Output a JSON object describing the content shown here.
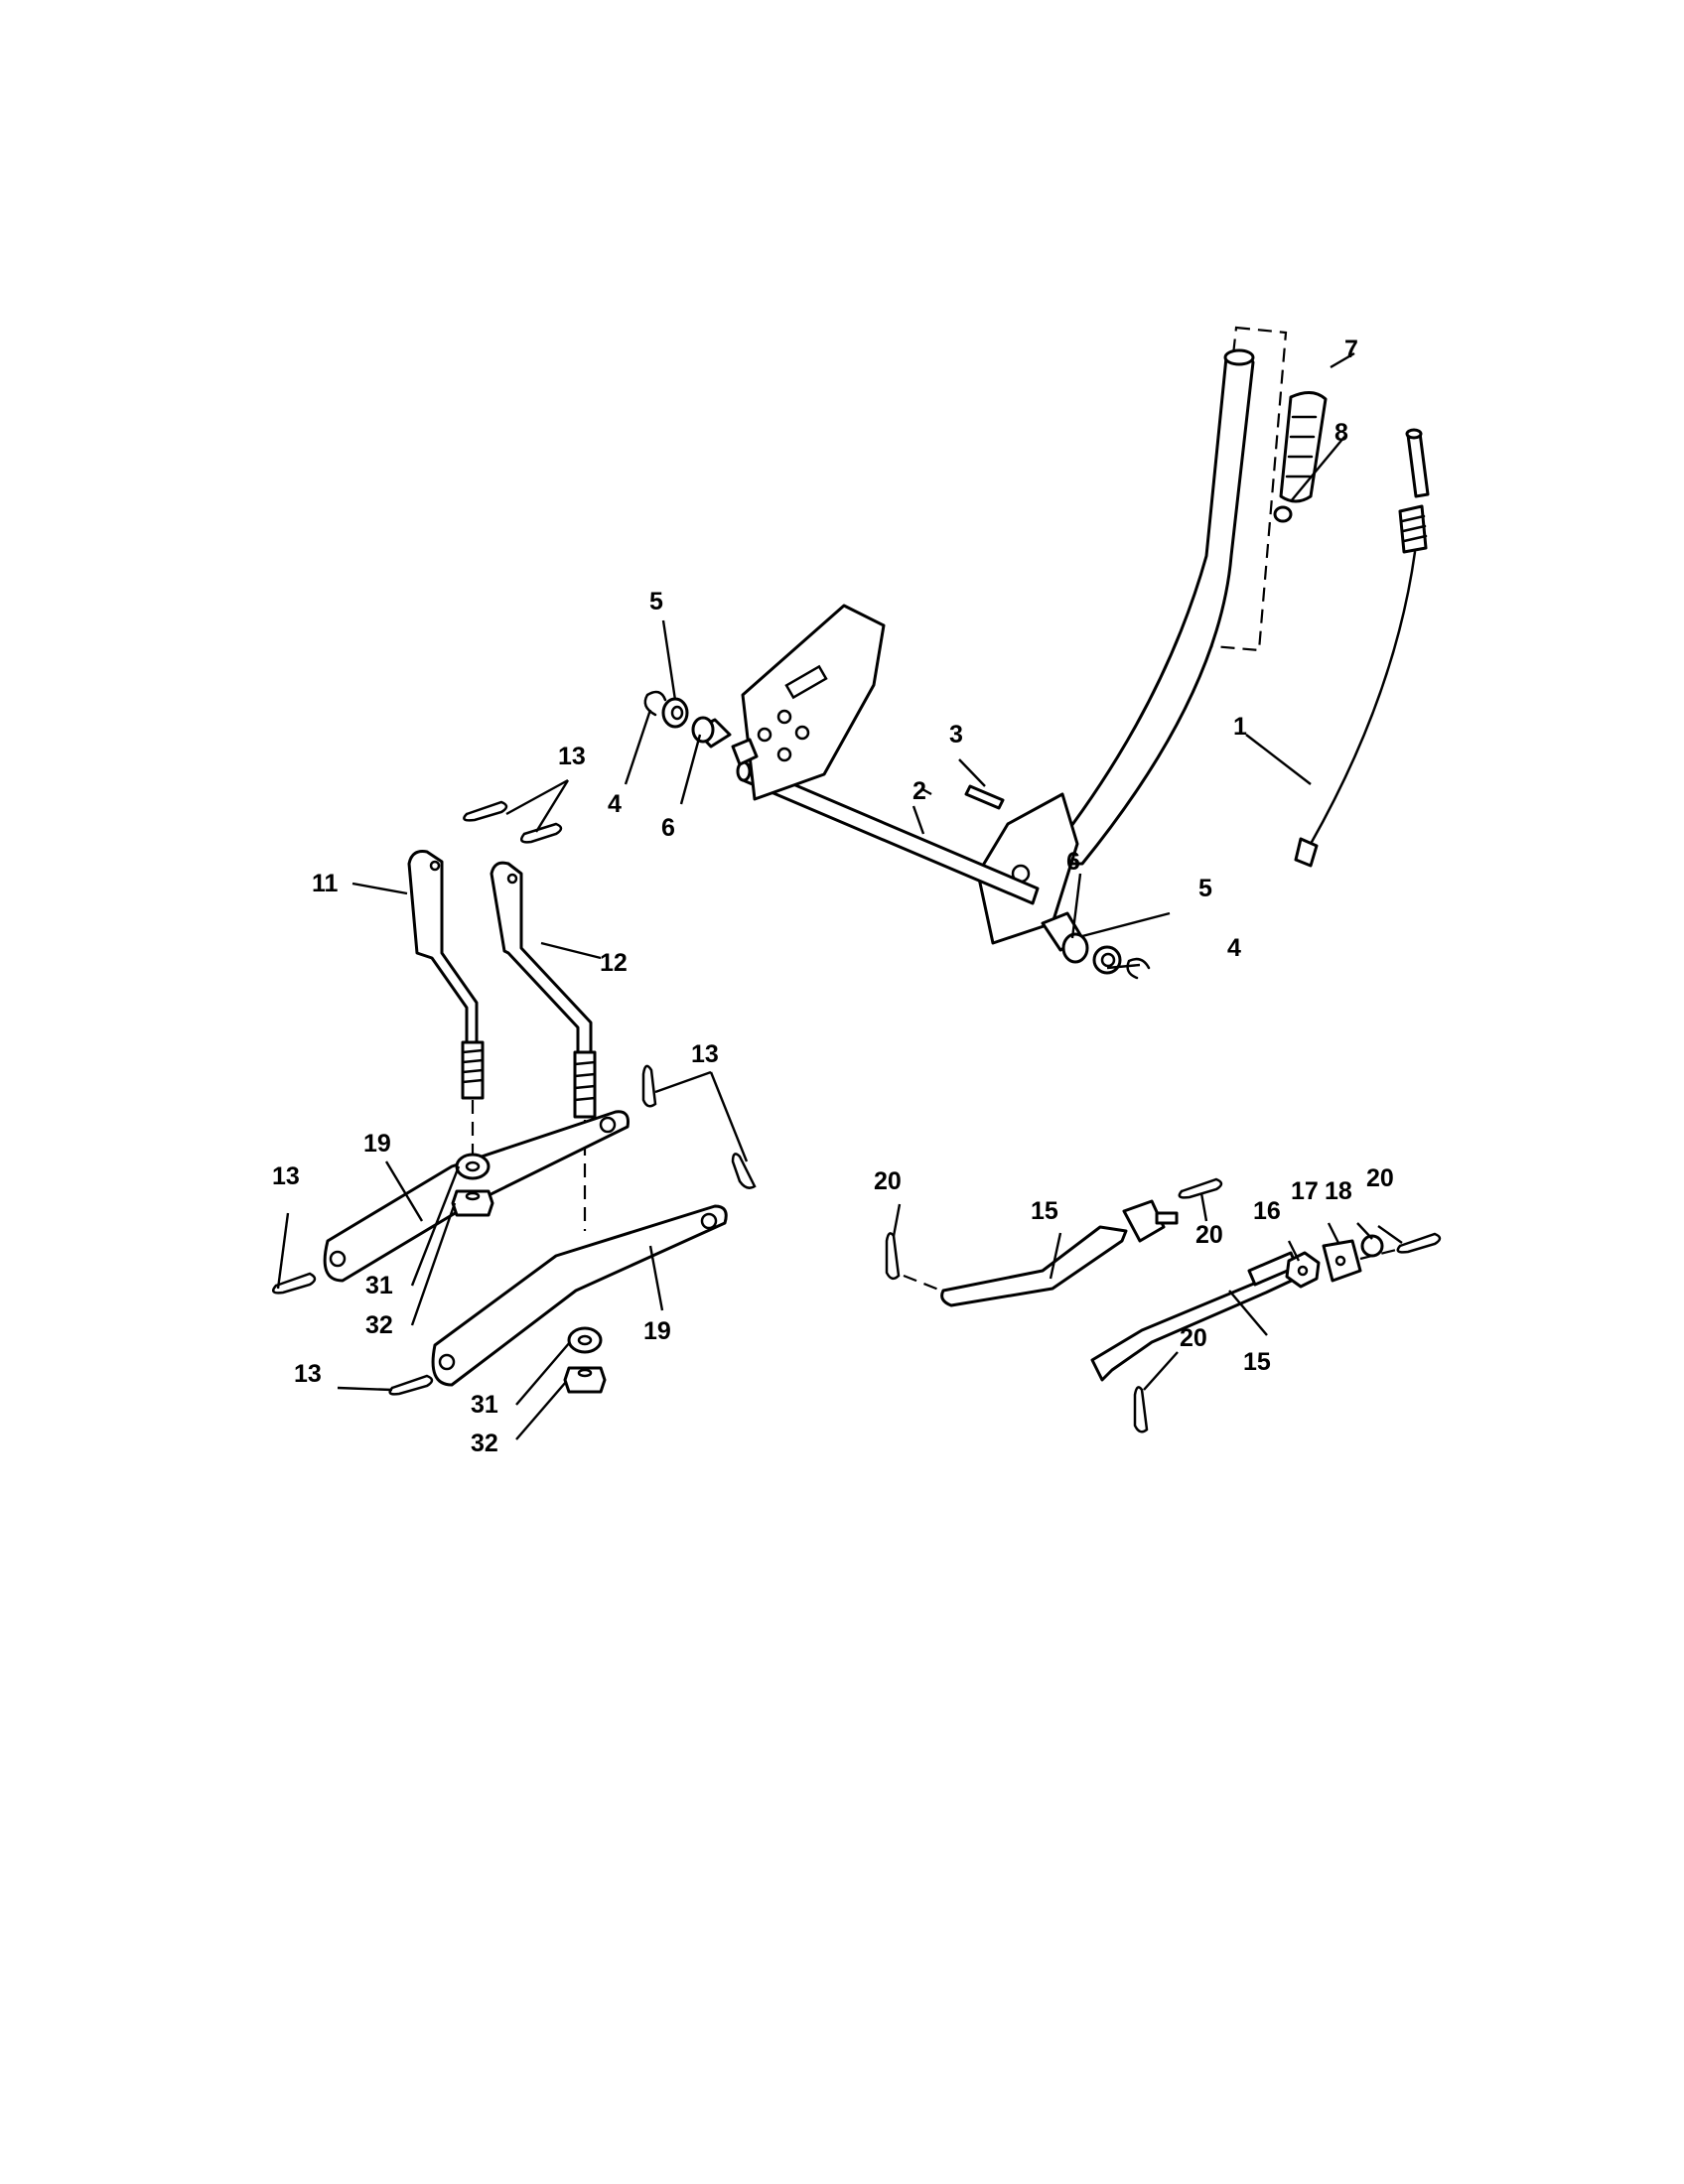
{
  "labels": {
    "l1": "1",
    "l2": "2",
    "l3": "3",
    "l4a": "4",
    "l4b": "4",
    "l5a": "5",
    "l5b": "5",
    "l6a": "6",
    "l6b": "6",
    "l7": "7",
    "l8": "8",
    "l11": "11",
    "l12": "12",
    "l13a": "13",
    "l13b": "13",
    "l13c": "13",
    "l13d": "13",
    "l15a": "15",
    "l15b": "15",
    "l16": "16",
    "l17": "17",
    "l18": "18",
    "l19a": "19",
    "l19b": "19",
    "l20a": "20",
    "l20b": "20",
    "l20c": "20",
    "l20d": "20",
    "l31a": "31",
    "l31b": "31",
    "l32a": "32",
    "l32b": "32"
  }
}
